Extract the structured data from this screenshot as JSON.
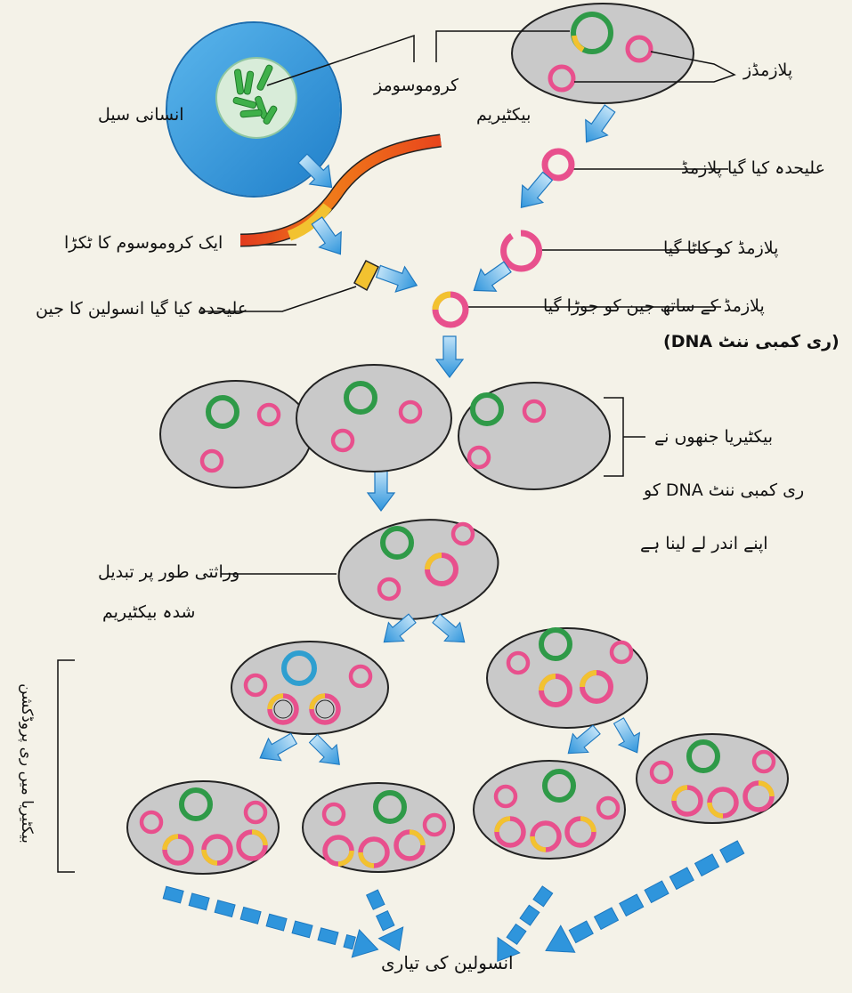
{
  "labels": {
    "human_cell": "انسانی سیل",
    "chromosomes": "کروموسومز",
    "bacterium": "بیکٹیریم",
    "plasmids": "پلازمڈز",
    "isolated_plasmid": "علیحدہ کیا گیا پلازمڈ",
    "plasmid_cut": "پلازمڈ کو کاٹا گیا",
    "chromosome_piece": "ایک کروموسوم کا ٹکڑا",
    "gene_joined": "پلازمڈ کے ساتھ جین کو جوڑا گیا",
    "insulin_gene": "علیحدہ کیا گیا انسولین کا جین",
    "recombinant_dna": "(ری کمبی ننٹ DNA)",
    "uptake_line1": "بیکٹیریا جنھوں نے",
    "uptake_line2": "ری کمبی ننٹ DNA کو",
    "uptake_line3": "اپنے اندر لے لینا ہے",
    "transformed_line1": "وراثتی طور پر تبدیل",
    "transformed_line2": "شدہ بیکٹیریم",
    "reproduction": "بیکٹیریا میں ری پروڈکشن",
    "insulin_production": "انسولین کی تیاری"
  },
  "colors": {
    "background": "#f4f2e8",
    "cell_outer": "#2a8fd6",
    "cell_inner": "#d8ecd9",
    "chromosome": "#3fb04a",
    "bacterium_fill": "#c9c9c9",
    "bacterium_outline": "#222222",
    "plasmid": "#e8508d",
    "insulin_gene": "#f2c230",
    "bacterial_dna": "#2f9a48",
    "arrow": "#3a9fe0",
    "line": "#111111"
  }
}
